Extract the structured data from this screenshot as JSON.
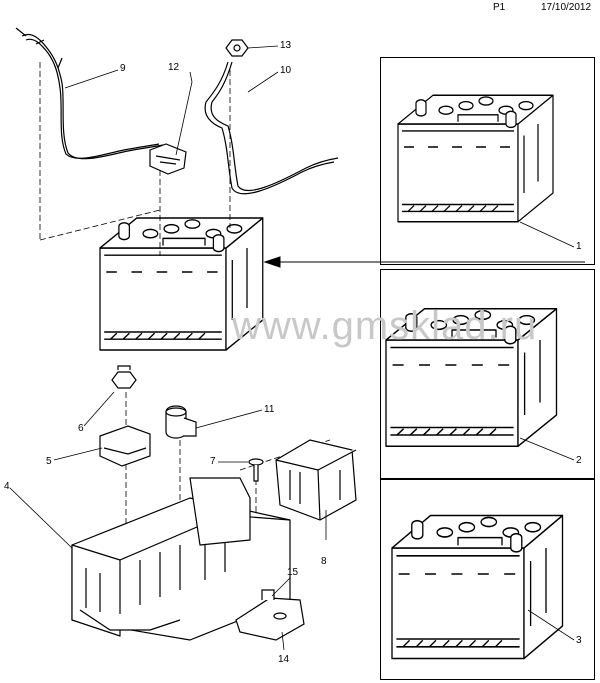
{
  "header": {
    "page": "P1",
    "date": "17/10/2012"
  },
  "watermark": "www.gmsklad.ru",
  "callouts": [
    {
      "id": "c1",
      "text": "1"
    },
    {
      "id": "c2",
      "text": "2"
    },
    {
      "id": "c3",
      "text": "3"
    },
    {
      "id": "c4",
      "text": "4"
    },
    {
      "id": "c5",
      "text": "5"
    },
    {
      "id": "c6",
      "text": "6"
    },
    {
      "id": "c7",
      "text": "7"
    },
    {
      "id": "c8",
      "text": "8"
    },
    {
      "id": "c9",
      "text": "9"
    },
    {
      "id": "c10",
      "text": "10"
    },
    {
      "id": "c11",
      "text": "11"
    },
    {
      "id": "c12",
      "text": "12"
    },
    {
      "id": "c13",
      "text": "13"
    },
    {
      "id": "c14",
      "text": "14"
    },
    {
      "id": "c15",
      "text": "15"
    }
  ]
}
